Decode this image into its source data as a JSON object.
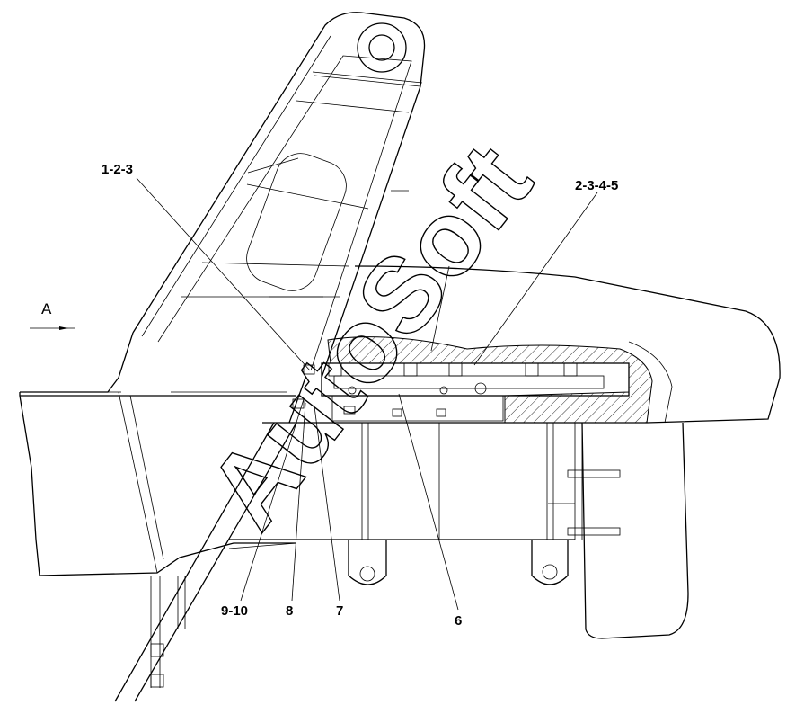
{
  "labels": {
    "view_a": "A",
    "callout_1_2_3": "1-2-3",
    "callout_2_3_4_5": "2-3-4-5",
    "callout_9_10": "9-10",
    "callout_8": "8",
    "callout_7": "7",
    "callout_6": "6"
  },
  "watermark": "AutoSoft"
}
